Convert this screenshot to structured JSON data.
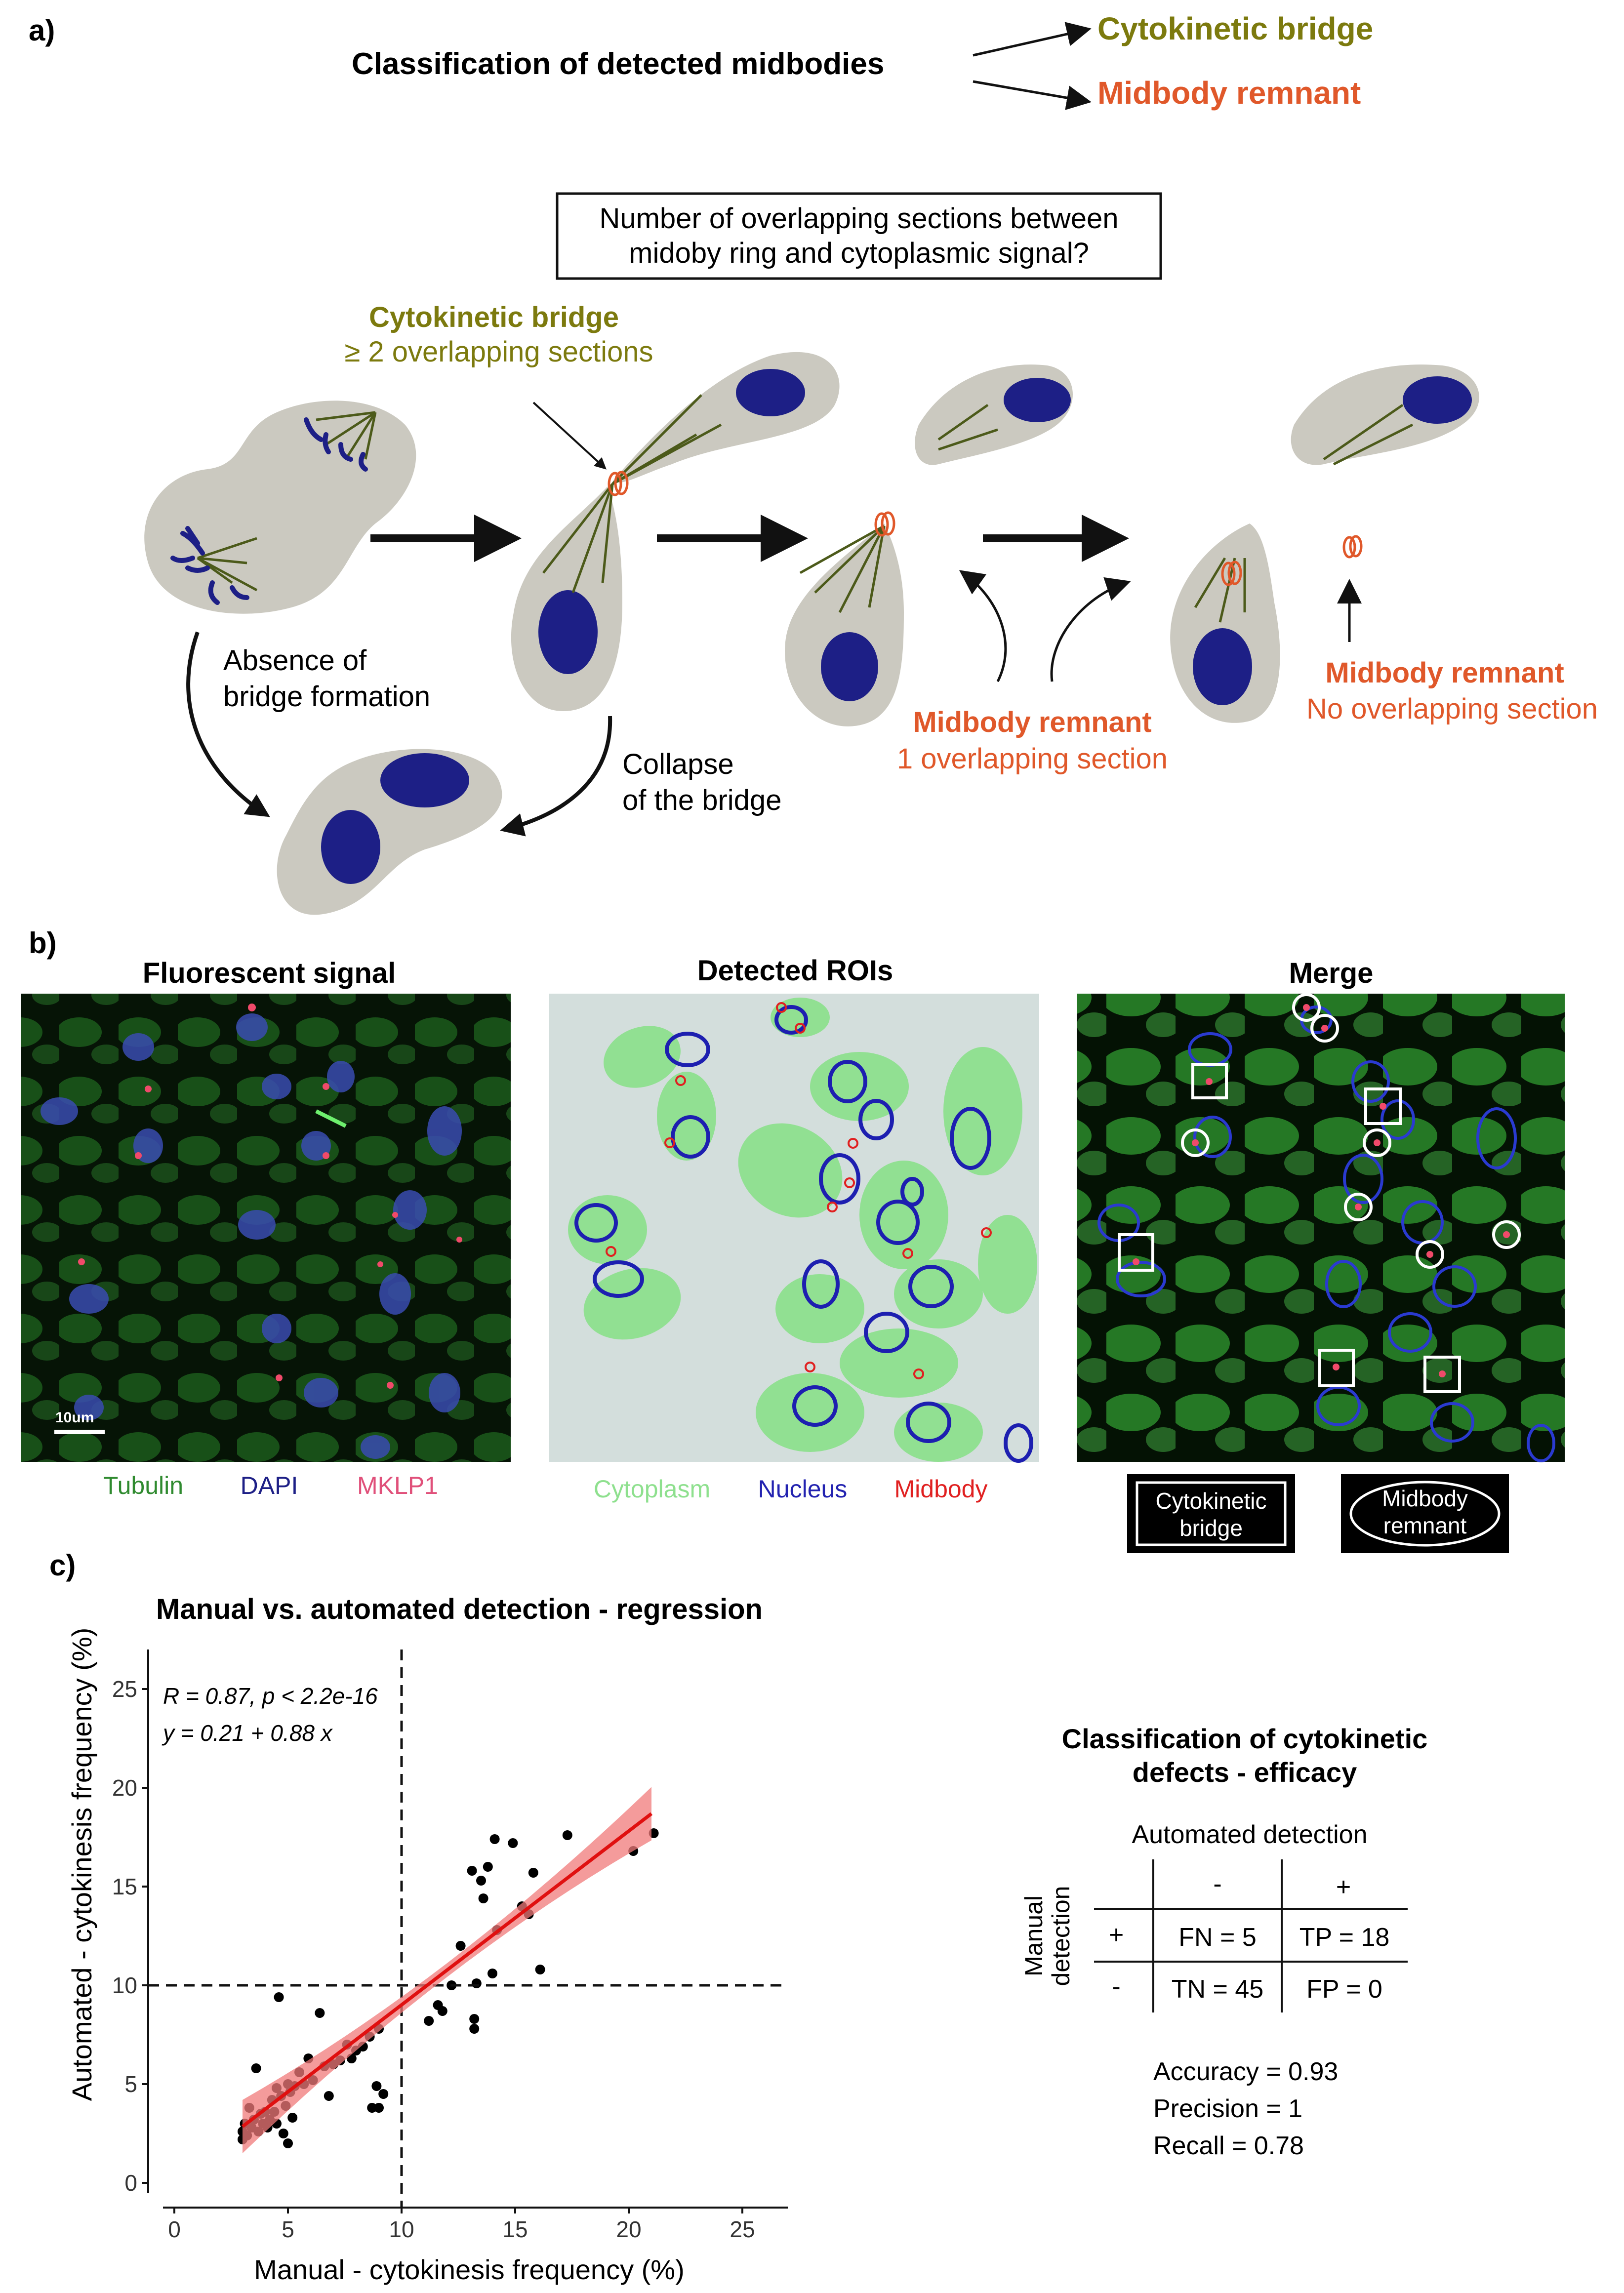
{
  "panel_a": {
    "letter": "a)",
    "classification_title": "Classification of detected midbodies",
    "class_bridge": "Cytokinetic bridge",
    "class_remnant": "Midbody remnant",
    "question_line1": "Number of overlapping sections between",
    "question_line2": "midoby ring and cytoplasmic signal?",
    "bridge_title": "Cytokinetic bridge",
    "bridge_rule": "≥ 2 overlapping sections",
    "absence_line1": "Absence of",
    "absence_line2": "bridge formation",
    "collapse_line1": "Collapse",
    "collapse_line2": "of the bridge",
    "remnant1_title": "Midbody remnant",
    "remnant1_rule": "1 overlapping section",
    "remnant2_title": "Midbody remnant",
    "remnant2_rule": "No overlapping section",
    "colors": {
      "olive": "#7c7a0e",
      "orange": "#e0582a",
      "cell": "#cbc9c0",
      "nucleus": "#1d1f86",
      "fiber": "#4c5a1a"
    }
  },
  "panel_b": {
    "letter": "b)",
    "titles": [
      "Fluorescent signal",
      "Detected ROIs",
      "Merge"
    ],
    "scale_bar": "10um",
    "legend1": [
      {
        "label": "Tubulin",
        "color": "#2f8a2f"
      },
      {
        "label": "DAPI",
        "color": "#1d1f86"
      },
      {
        "label": "MKLP1",
        "color": "#e0507a"
      }
    ],
    "legend2": [
      {
        "label": "Cytoplasm",
        "color": "#8ee08e"
      },
      {
        "label": "Nucleus",
        "color": "#2323b0"
      },
      {
        "label": "Midbody",
        "color": "#e02020"
      }
    ],
    "legend3_box_line1": "Cytokinetic",
    "legend3_box_line2": "bridge",
    "legend3_oval_line1": "Midbody",
    "legend3_oval_line2": "remnant"
  },
  "panel_c": {
    "letter": "c)",
    "stat_line1": "R = 0.87, p < 2.2e-16",
    "stat_line2": "y = 0.21 + 0.88 x",
    "table_title_line1": "Classification of cytokinetic",
    "table_title_line2": "defects - efficacy",
    "table_col_header": "Automated detection",
    "table_row_header_line1": "Manual",
    "table_row_header_line2": "detection",
    "table_neg": "-",
    "table_pos": "+",
    "cell_fn": "FN = 5",
    "cell_tp": "TP = 18",
    "cell_tn": "TN = 45",
    "cell_fp": "FP = 0",
    "accuracy": "Accuracy = 0.93",
    "precision": "Precision = 1",
    "recall": "Recall = 0.78"
  },
  "chart_data": {
    "type": "scatter",
    "title": "Manual vs. automated detection - regression",
    "xlabel": "Manual - cytokinesis frequency (%)",
    "ylabel": "Automated - cytokinesis frequency (%)",
    "xlim": [
      -0.5,
      27
    ],
    "ylim": [
      -0.5,
      27
    ],
    "xticks": [
      0,
      5,
      10,
      15,
      20,
      25
    ],
    "yticks": [
      0,
      5,
      10,
      15,
      20,
      25
    ],
    "threshold_lines": {
      "x": 10,
      "y": 10
    },
    "regression": {
      "intercept": 0.21,
      "slope": 0.88,
      "x_range": [
        3,
        21
      ],
      "color": "#e01010"
    },
    "points": [
      [
        3.0,
        2.2
      ],
      [
        3.0,
        2.6
      ],
      [
        3.1,
        3.0
      ],
      [
        3.2,
        2.4
      ],
      [
        3.3,
        3.8
      ],
      [
        3.4,
        2.8
      ],
      [
        3.5,
        3.2
      ],
      [
        3.6,
        5.8
      ],
      [
        3.7,
        2.6
      ],
      [
        3.8,
        3.5
      ],
      [
        3.9,
        3.0
      ],
      [
        4.0,
        3.6
      ],
      [
        4.1,
        2.8
      ],
      [
        4.2,
        3.2
      ],
      [
        4.3,
        4.2
      ],
      [
        4.4,
        3.6
      ],
      [
        4.5,
        4.8
      ],
      [
        4.5,
        3.0
      ],
      [
        4.6,
        9.4
      ],
      [
        4.7,
        4.4
      ],
      [
        4.8,
        2.5
      ],
      [
        4.9,
        3.9
      ],
      [
        5.0,
        2.0
      ],
      [
        5.0,
        5.0
      ],
      [
        5.1,
        4.6
      ],
      [
        5.2,
        3.3
      ],
      [
        5.3,
        4.9
      ],
      [
        5.5,
        5.6
      ],
      [
        5.7,
        5.0
      ],
      [
        5.9,
        6.3
      ],
      [
        6.1,
        5.2
      ],
      [
        6.4,
        8.6
      ],
      [
        6.6,
        5.9
      ],
      [
        6.8,
        4.4
      ],
      [
        7.0,
        6.0
      ],
      [
        7.3,
        6.2
      ],
      [
        7.6,
        7.0
      ],
      [
        7.8,
        6.3
      ],
      [
        8.0,
        6.7
      ],
      [
        8.3,
        6.9
      ],
      [
        8.6,
        7.4
      ],
      [
        8.7,
        3.8
      ],
      [
        8.9,
        4.9
      ],
      [
        9.0,
        7.8
      ],
      [
        9.0,
        3.8
      ],
      [
        9.2,
        4.5
      ],
      [
        11.2,
        8.2
      ],
      [
        11.6,
        9.0
      ],
      [
        11.8,
        8.7
      ],
      [
        12.2,
        10.0
      ],
      [
        12.6,
        12.0
      ],
      [
        13.1,
        15.8
      ],
      [
        13.2,
        8.3
      ],
      [
        13.2,
        7.8
      ],
      [
        13.3,
        10.1
      ],
      [
        13.5,
        15.3
      ],
      [
        13.6,
        14.4
      ],
      [
        13.8,
        16.0
      ],
      [
        14.0,
        10.6
      ],
      [
        14.1,
        17.4
      ],
      [
        14.2,
        12.8
      ],
      [
        14.9,
        17.2
      ],
      [
        15.3,
        14.0
      ],
      [
        15.6,
        13.6
      ],
      [
        15.8,
        15.7
      ],
      [
        16.1,
        10.8
      ],
      [
        17.3,
        17.6
      ],
      [
        20.2,
        16.8
      ],
      [
        21.1,
        17.7
      ]
    ]
  }
}
